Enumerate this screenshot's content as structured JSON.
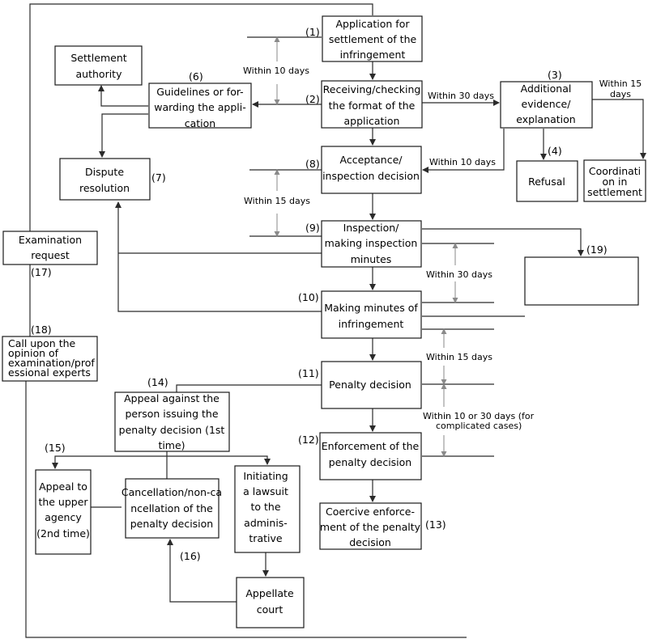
{
  "colors": {
    "line": "#2b2b2b",
    "guide": "#8a8a8a",
    "box_border": "#1a1a1a",
    "background": "#ffffff"
  },
  "boxes": {
    "application": {
      "number": "(1)",
      "lines": [
        "Application for",
        "settlement of the",
        "infringement"
      ]
    },
    "receiving": {
      "number": "(2)",
      "lines": [
        "Receiving/checking",
        "the format of the",
        "application"
      ]
    },
    "additional": {
      "number": "(3)",
      "lines": [
        "Additional",
        "evidence/",
        "explanation"
      ]
    },
    "refusal": {
      "number": "(4)",
      "lines": [
        "Refusal"
      ]
    },
    "coordination": {
      "lines": [
        "Coordinati",
        "on in",
        "settlement"
      ]
    },
    "settlement_authority": {
      "lines": [
        "Settlement",
        "authority"
      ]
    },
    "guidelines": {
      "number": "(6)",
      "lines": [
        "Guidelines or for-",
        "warding the appli-",
        "cation"
      ]
    },
    "dispute": {
      "number": "(7)",
      "lines": [
        "Dispute",
        "resolution"
      ]
    },
    "acceptance": {
      "number": "(8)",
      "lines": [
        "Acceptance/",
        "inspection decision"
      ]
    },
    "inspection": {
      "number": "(9)",
      "lines": [
        "Inspection/",
        "making inspection",
        "minutes"
      ]
    },
    "box19": {
      "number": "(19)",
      "lines": []
    },
    "minutes": {
      "number": "(10)",
      "lines": [
        "Making minutes of",
        "infringement"
      ]
    },
    "penalty": {
      "number": "(11)",
      "lines": [
        "Penalty decision"
      ]
    },
    "enforcement": {
      "number": "(12)",
      "lines": [
        "Enforcement of the",
        "penalty decision"
      ]
    },
    "coercive": {
      "number": "(13)",
      "lines": [
        "Coercive enforce-",
        "ment of the penalty",
        "decision"
      ]
    },
    "appeal1": {
      "number": "(14)",
      "lines": [
        "Appeal against the",
        "person issuing the",
        "penalty decision (1st",
        "time)"
      ]
    },
    "appeal2": {
      "number": "(15)",
      "lines": [
        "Appeal to",
        "the upper",
        "agency",
        "(2nd time)"
      ]
    },
    "cancellation": {
      "lines": [
        "Cancellation/non-ca",
        "ncellation of the",
        "penalty decision"
      ]
    },
    "lawsuit": {
      "lines": [
        "Initiating",
        "a lawsuit",
        "to the",
        "adminis-",
        "trative"
      ]
    },
    "appellate": {
      "number": "(16)",
      "lines": [
        "Appellate",
        "court"
      ]
    },
    "examination": {
      "number": "(17)",
      "lines": [
        "Examination",
        "request"
      ]
    },
    "experts": {
      "number": "(18)",
      "lines": [
        "Call upon  the",
        "opinion of",
        "examination/prof",
        "essional experts"
      ]
    }
  },
  "annotations": {
    "within_10_days_top": "Within 10 days",
    "within_30_days_top": "Within 30 days",
    "within_15_days_right": [
      "Within 15",
      "days"
    ],
    "within_10_days_accept": "Within 10 days",
    "within_15_days_left": "Within 15 days",
    "within_30_days_mid": "Within 30 days",
    "within_15_days_mid": "Within 15 days",
    "within_10_30_days": [
      "Within 10 or 30 days (for",
      "complicated cases)"
    ]
  }
}
